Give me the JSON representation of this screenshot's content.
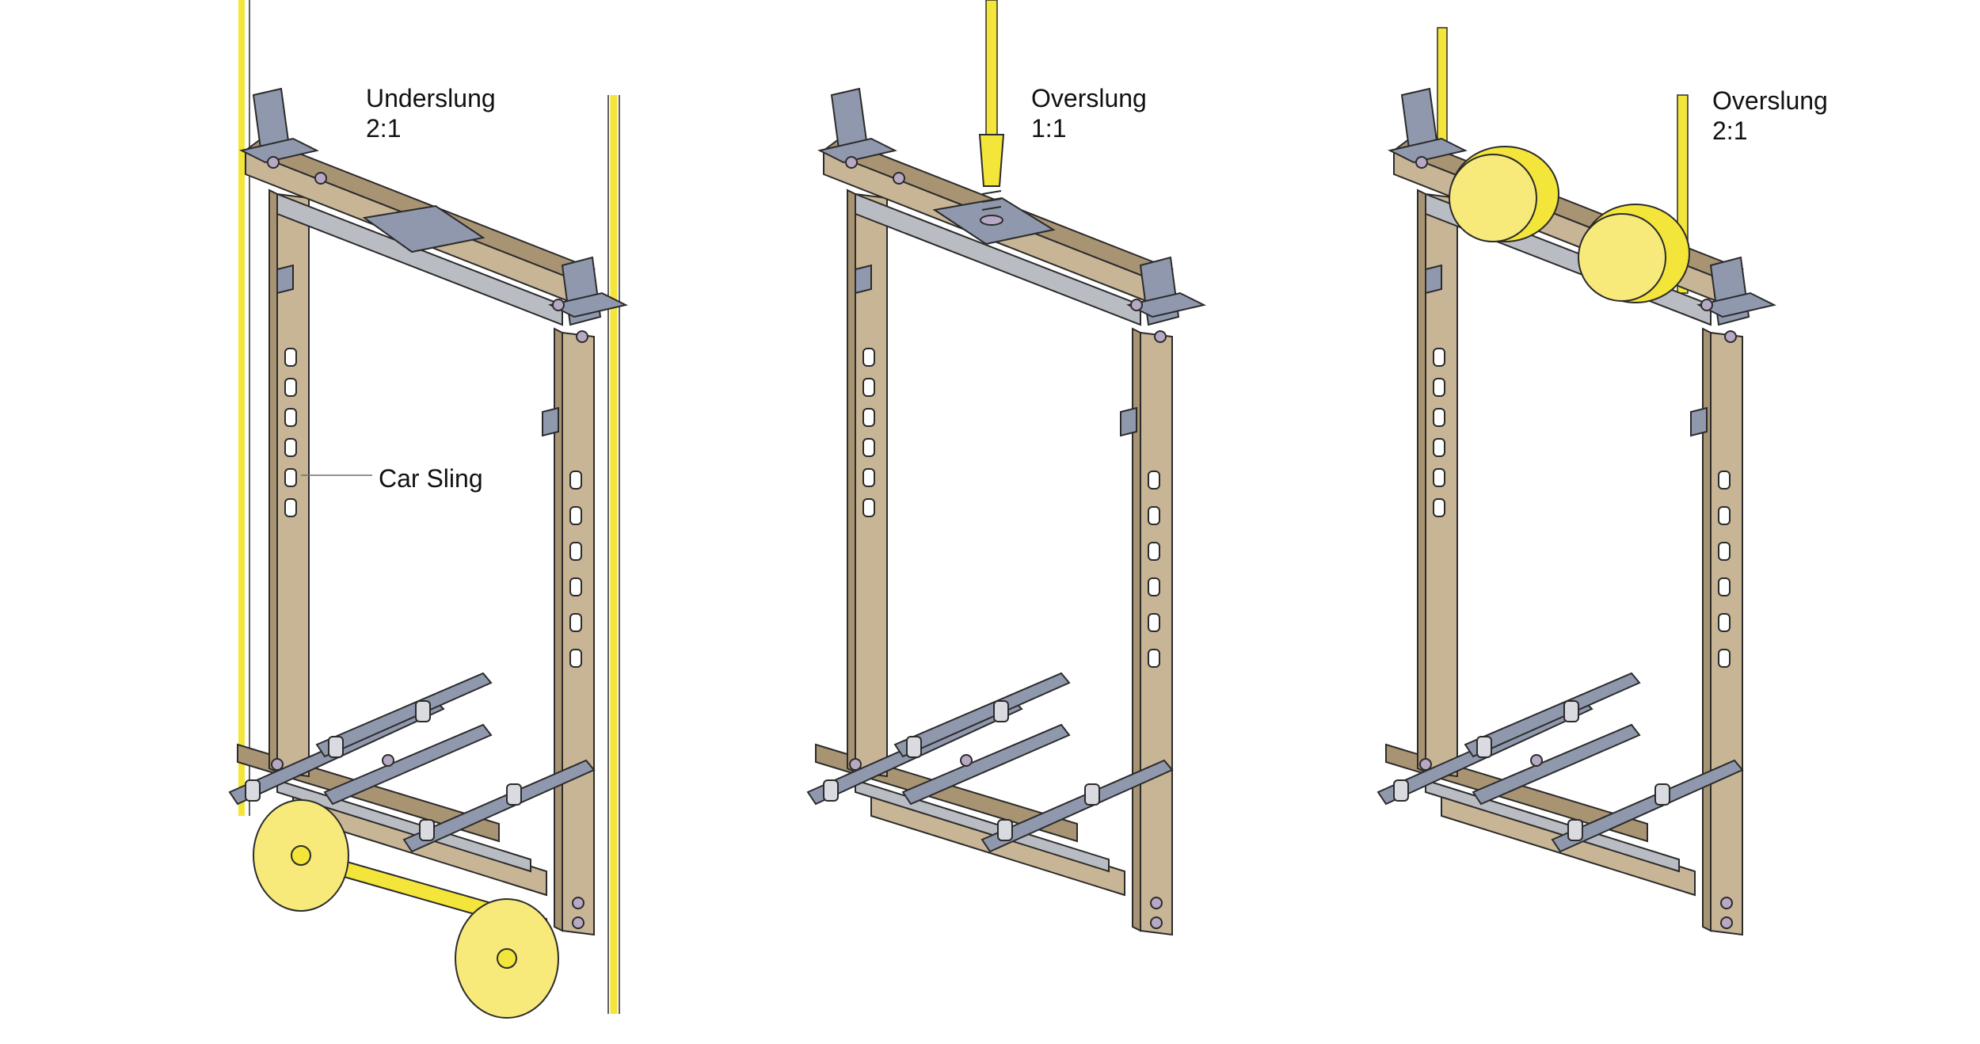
{
  "colors": {
    "frame": "#c7b596",
    "frame_dark": "#a89473",
    "steel": "#b9bcc2",
    "steel_dark": "#8e93a0",
    "plate": "#8f98ad",
    "bolt": "#b7a9c4",
    "rope": "#f4e53a",
    "rope_dark": "#d8c520",
    "sheave": "#f7ea7a",
    "outline": "#2b2b2b"
  },
  "figures": [
    {
      "label_line1": "Underslung",
      "label_line2": "2:1",
      "callout": "Car Sling"
    },
    {
      "label_line1": "Overslung",
      "label_line2": "1:1"
    },
    {
      "label_line1": "Overslung",
      "label_line2": "2:1"
    }
  ]
}
